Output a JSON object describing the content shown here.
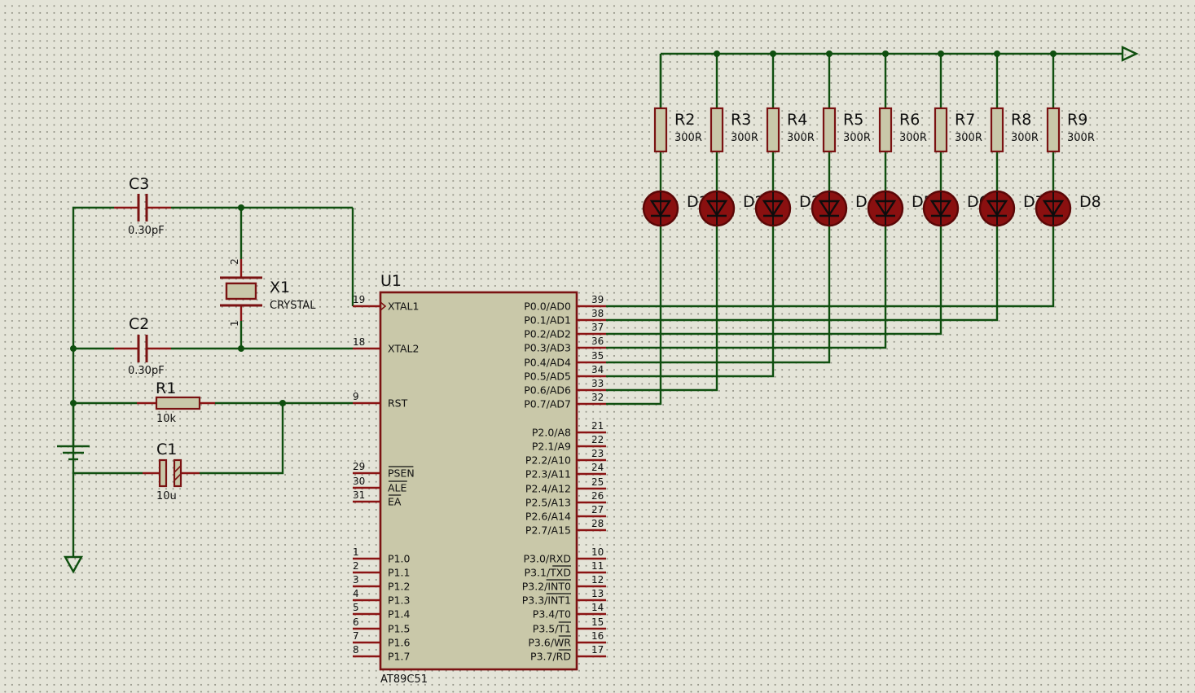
{
  "chip": {
    "ref": "U1",
    "part": "AT89C51",
    "left_pins": [
      {
        "name": "XTAL1",
        "num": "19"
      },
      {
        "name": "XTAL2",
        "num": "18"
      },
      {
        "name": "RST",
        "num": "9"
      },
      {
        "name": "PSEN",
        "num": "29"
      },
      {
        "name": "ALE",
        "num": "30"
      },
      {
        "name": "EA",
        "num": "31"
      },
      {
        "name": "P1.0",
        "num": "1"
      },
      {
        "name": "P1.1",
        "num": "2"
      },
      {
        "name": "P1.2",
        "num": "3"
      },
      {
        "name": "P1.3",
        "num": "4"
      },
      {
        "name": "P1.4",
        "num": "5"
      },
      {
        "name": "P1.5",
        "num": "6"
      },
      {
        "name": "P1.6",
        "num": "7"
      },
      {
        "name": "P1.7",
        "num": "8"
      }
    ],
    "right_pins": [
      {
        "name": "P0.0/AD0",
        "num": "39"
      },
      {
        "name": "P0.1/AD1",
        "num": "38"
      },
      {
        "name": "P0.2/AD2",
        "num": "37"
      },
      {
        "name": "P0.3/AD3",
        "num": "36"
      },
      {
        "name": "P0.4/AD4",
        "num": "35"
      },
      {
        "name": "P0.5/AD5",
        "num": "34"
      },
      {
        "name": "P0.6/AD6",
        "num": "33"
      },
      {
        "name": "P0.7/AD7",
        "num": "32"
      },
      {
        "name": "P2.0/A8",
        "num": "21"
      },
      {
        "name": "P2.1/A9",
        "num": "22"
      },
      {
        "name": "P2.2/A10",
        "num": "23"
      },
      {
        "name": "P2.3/A11",
        "num": "24"
      },
      {
        "name": "P2.4/A12",
        "num": "25"
      },
      {
        "name": "P2.5/A13",
        "num": "26"
      },
      {
        "name": "P2.6/A14",
        "num": "27"
      },
      {
        "name": "P2.7/A15",
        "num": "28"
      },
      {
        "name": "P3.0/RXD",
        "num": "10"
      },
      {
        "name": "P3.1/TXD",
        "num": "11"
      },
      {
        "name": "P3.2/INT0",
        "num": "12"
      },
      {
        "name": "P3.3/INT1",
        "num": "13"
      },
      {
        "name": "P3.4/T0",
        "num": "14"
      },
      {
        "name": "P3.5/T1",
        "num": "15"
      },
      {
        "name": "P3.6/WR",
        "num": "16"
      },
      {
        "name": "P3.7/RD",
        "num": "17"
      }
    ]
  },
  "crystal": {
    "ref": "X1",
    "value": "CRYSTAL",
    "pin_top": "2",
    "pin_bottom": "1"
  },
  "caps": {
    "c3": {
      "ref": "C3",
      "value": "0.30pF"
    },
    "c2": {
      "ref": "C2",
      "value": "0.30pF"
    },
    "c1": {
      "ref": "C1",
      "value": "10u"
    }
  },
  "r1": {
    "ref": "R1",
    "value": "10k"
  },
  "resistors": [
    {
      "ref": "R2",
      "value": "300R"
    },
    {
      "ref": "R3",
      "value": "300R"
    },
    {
      "ref": "R4",
      "value": "300R"
    },
    {
      "ref": "R5",
      "value": "300R"
    },
    {
      "ref": "R6",
      "value": "300R"
    },
    {
      "ref": "R7",
      "value": "300R"
    },
    {
      "ref": "R8",
      "value": "300R"
    },
    {
      "ref": "R9",
      "value": "300R"
    }
  ],
  "leds": [
    {
      "ref": "D1"
    },
    {
      "ref": "D2"
    },
    {
      "ref": "D3"
    },
    {
      "ref": "D4"
    },
    {
      "ref": "D5"
    },
    {
      "ref": "D6"
    },
    {
      "ref": "D7"
    },
    {
      "ref": "D8"
    }
  ]
}
